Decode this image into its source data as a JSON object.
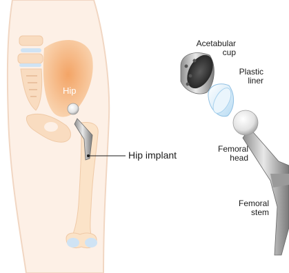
{
  "labels": {
    "hip": "Hip",
    "hip_implant": "Hip implant",
    "acetabular_cup": [
      "Acetabular",
      "cup"
    ],
    "plastic_liner": [
      "Plastic",
      "liner"
    ],
    "femoral_head": [
      "Femoral",
      "head"
    ],
    "femoral_stem": [
      "Femoral",
      "stem"
    ]
  },
  "colors": {
    "skin": "#fdeee3",
    "skin_outline": "#f3d9c6",
    "bone": "#fbe3c8",
    "hip_highlight": "#f6b27a",
    "cartilage": "#cfe3f4",
    "metal_light": "#e6e6e6",
    "metal_dark": "#7a7a7a",
    "liner": "#d7ecfa"
  }
}
